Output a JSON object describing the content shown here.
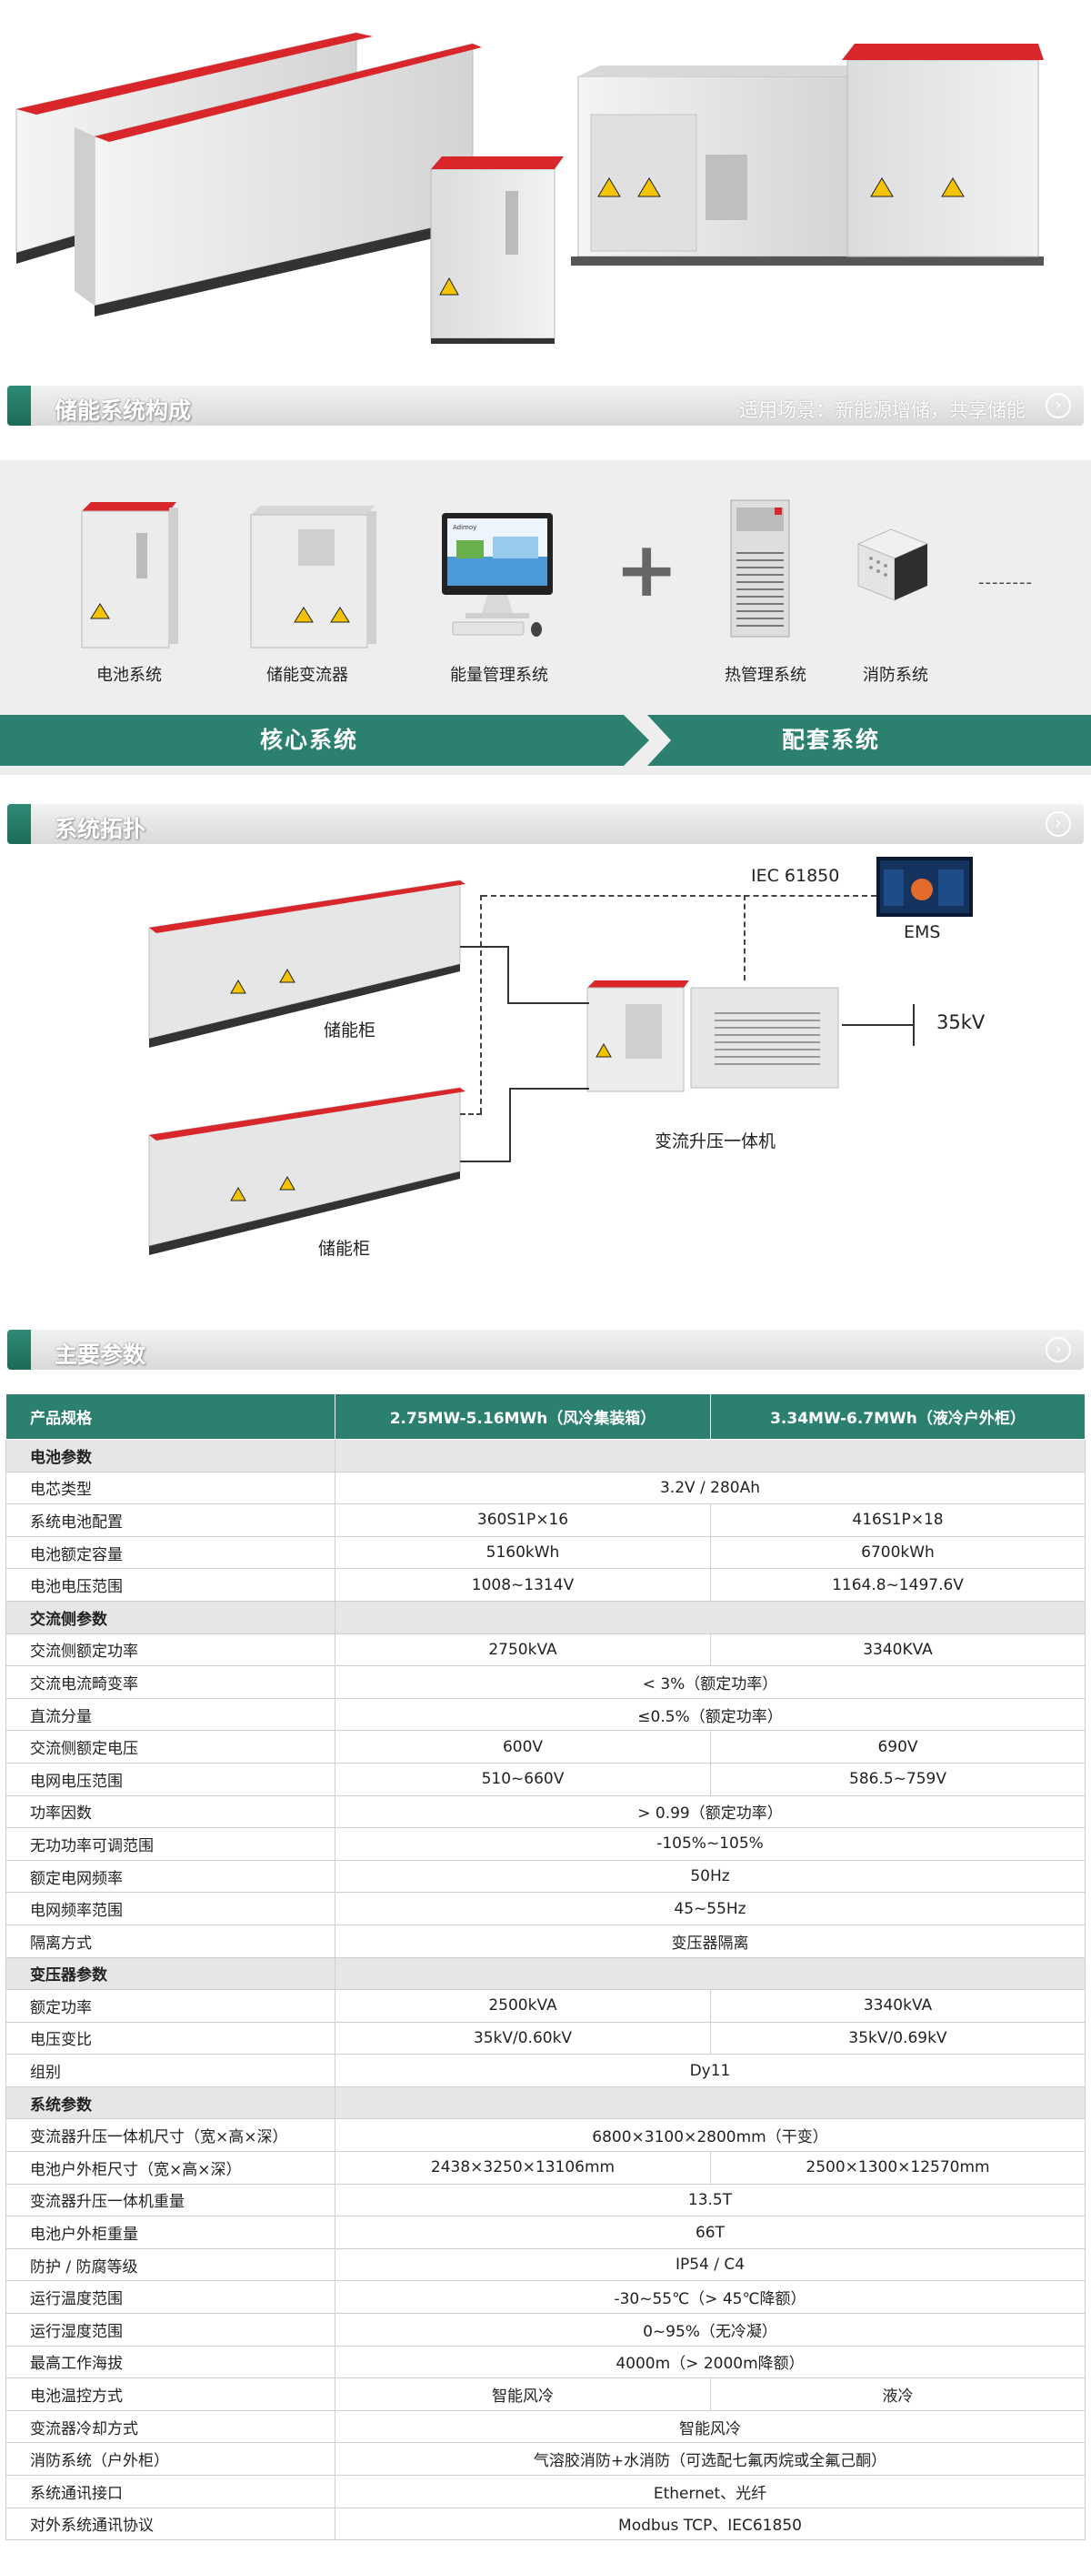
{
  "sections": {
    "composition": {
      "title": "储能系统构成",
      "subtitle": "适用场景：新能源增储，共享储能"
    },
    "topology": {
      "title": "系统拓扑"
    },
    "params": {
      "title": "主要参数"
    }
  },
  "composition": {
    "core_items": [
      "电池系统",
      "储能变流器",
      "能量管理系统"
    ],
    "support_items": [
      "热管理系统",
      "消防系统"
    ],
    "plus": "+",
    "more": "--------",
    "core_label": "核心系统",
    "support_label": "配套系统",
    "screen_brand": "Adimoy"
  },
  "topology": {
    "protocol": "IEC 61850",
    "ems": "EMS",
    "voltage": "35kV",
    "cabinet_label": "储能柜",
    "pcs_label": "变流升压一体机"
  },
  "warning_symbol": "⚡",
  "colors": {
    "accent": "#2b8070",
    "roof": "#d9262a",
    "cabinet": "#e9e9e9"
  },
  "table": {
    "header": [
      "产品规格",
      "2.75MW-5.16MWh（风冷集装箱）",
      "3.34MW-6.7MWh（液冷户外柜）"
    ],
    "rows": [
      {
        "group": "电池参数"
      },
      {
        "k": "电芯类型",
        "v": "3.2V / 280Ah"
      },
      {
        "k": "系统电池配置",
        "a": "360S1P×16",
        "b": "416S1P×18"
      },
      {
        "k": "电池额定容量",
        "a": "5160kWh",
        "b": "6700kWh"
      },
      {
        "k": "电池电压范围",
        "a": "1008~1314V",
        "b": "1164.8~1497.6V"
      },
      {
        "group": "交流侧参数"
      },
      {
        "k": "交流侧额定功率",
        "a": "2750kVA",
        "b": "3340KVA"
      },
      {
        "k": "交流电流畸变率",
        "v": "< 3%（额定功率）"
      },
      {
        "k": "直流分量",
        "v": "≤0.5%（额定功率）"
      },
      {
        "k": "交流侧额定电压",
        "a": "600V",
        "b": "690V"
      },
      {
        "k": "电网电压范围",
        "a": "510~660V",
        "b": "586.5~759V"
      },
      {
        "k": "功率因数",
        "v": "> 0.99（额定功率）"
      },
      {
        "k": "无功功率可调范围",
        "v": "-105%~105%"
      },
      {
        "k": "额定电网频率",
        "v": "50Hz"
      },
      {
        "k": "电网频率范围",
        "v": "45~55Hz"
      },
      {
        "k": "隔离方式",
        "v": "变压器隔离"
      },
      {
        "group": "变压器参数"
      },
      {
        "k": "额定功率",
        "a": "2500kVA",
        "b": "3340kVA"
      },
      {
        "k": "电压变比",
        "a": "35kV/0.60kV",
        "b": "35kV/0.69kV"
      },
      {
        "k": "组别",
        "v": "Dy11"
      },
      {
        "group": "系统参数"
      },
      {
        "k": "变流器升压一体机尺寸（宽×高×深）",
        "v": "6800×3100×2800mm（干变）"
      },
      {
        "k": "电池户外柜尺寸（宽×高×深）",
        "a": "2438×3250×13106mm",
        "b": "2500×1300×12570mm"
      },
      {
        "k": "变流器升压一体机重量",
        "v": "13.5T"
      },
      {
        "k": "电池户外柜重量",
        "v": "66T"
      },
      {
        "k": "防护 / 防腐等级",
        "v": "IP54 / C4"
      },
      {
        "k": "运行温度范围",
        "v": "-30~55℃（> 45℃降额）"
      },
      {
        "k": "运行湿度范围",
        "v": "0~95%（无冷凝）"
      },
      {
        "k": "最高工作海拔",
        "v": "4000m（> 2000m降额）"
      },
      {
        "k": "电池温控方式",
        "a": "智能风冷",
        "b": "液冷"
      },
      {
        "k": "变流器冷却方式",
        "v": "智能风冷"
      },
      {
        "k": "消防系统（户外柜）",
        "v": "气溶胶消防+水消防（可选配七氟丙烷或全氟己酮）"
      },
      {
        "k": "系统通讯接口",
        "v": "Ethernet、光纤"
      },
      {
        "k": "对外系统通讯协议",
        "v": "Modbus TCP、IEC61850"
      }
    ]
  }
}
